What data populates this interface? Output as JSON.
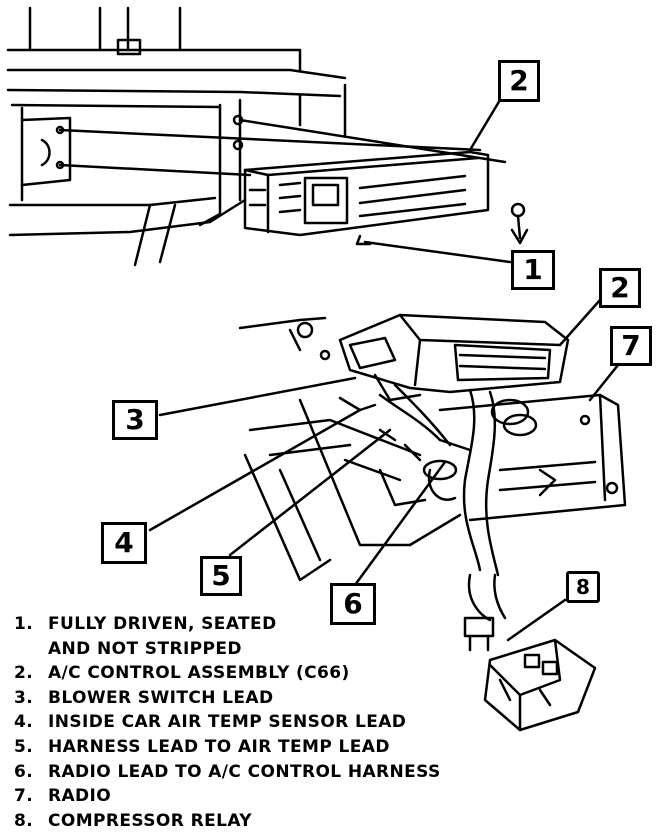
{
  "callouts": {
    "c1": "1",
    "c2_top": "2",
    "c2_mid": "2",
    "c3": "3",
    "c4": "4",
    "c5": "5",
    "c6": "6",
    "c7": "7",
    "c8": "8"
  },
  "legend": [
    {
      "num": "1.",
      "text": "FULLY DRIVEN, SEATED\nAND NOT STRIPPED"
    },
    {
      "num": "2.",
      "text": "A/C CONTROL ASSEMBLY (C66)"
    },
    {
      "num": "3.",
      "text": "BLOWER SWITCH LEAD"
    },
    {
      "num": "4.",
      "text": "INSIDE CAR AIR TEMP SENSOR LEAD"
    },
    {
      "num": "5.",
      "text": "HARNESS LEAD TO AIR TEMP LEAD"
    },
    {
      "num": "6.",
      "text": "RADIO LEAD TO A/C CONTROL HARNESS"
    },
    {
      "num": "7.",
      "text": "RADIO"
    },
    {
      "num": "8.",
      "text": "COMPRESSOR RELAY"
    }
  ]
}
